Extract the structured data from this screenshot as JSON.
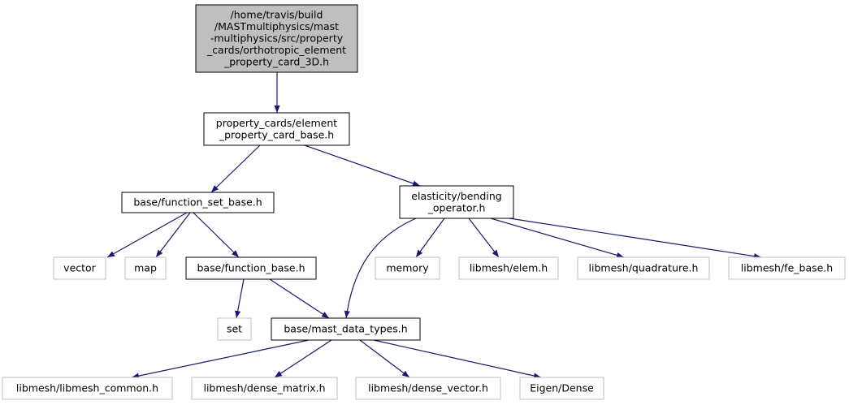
{
  "diagram": {
    "type": "include-dependency-graph",
    "colors": {
      "edge": "#191970",
      "root_fill": "#bfbfbf",
      "node_border": "#000000",
      "external_border": "#bfbfbf",
      "background": "#ffffff"
    },
    "nodes": [
      {
        "id": "root",
        "kind": "root",
        "lines": [
          "/home/travis/build",
          "/MASTmultiphysics/mast",
          "-multiphysics/src/property",
          "_cards/orthotropic_element",
          "_property_card_3D.h"
        ]
      },
      {
        "id": "epcb",
        "kind": "file",
        "lines": [
          "property_cards/element",
          "_property_card_base.h"
        ]
      },
      {
        "id": "fsb",
        "kind": "file",
        "lines": [
          "base/function_set_base.h"
        ]
      },
      {
        "id": "bend",
        "kind": "file",
        "lines": [
          "elasticity/bending",
          "_operator.h"
        ]
      },
      {
        "id": "vector",
        "kind": "external",
        "lines": [
          "vector"
        ]
      },
      {
        "id": "map",
        "kind": "external",
        "lines": [
          "map"
        ]
      },
      {
        "id": "fb",
        "kind": "file",
        "lines": [
          "base/function_base.h"
        ]
      },
      {
        "id": "memory",
        "kind": "external",
        "lines": [
          "memory"
        ]
      },
      {
        "id": "elem",
        "kind": "external",
        "lines": [
          "libmesh/elem.h"
        ]
      },
      {
        "id": "quad",
        "kind": "external",
        "lines": [
          "libmesh/quadrature.h"
        ]
      },
      {
        "id": "febase",
        "kind": "external",
        "lines": [
          "libmesh/fe_base.h"
        ]
      },
      {
        "id": "set",
        "kind": "external",
        "lines": [
          "set"
        ]
      },
      {
        "id": "mdt",
        "kind": "file",
        "lines": [
          "base/mast_data_types.h"
        ]
      },
      {
        "id": "lmc",
        "kind": "external",
        "lines": [
          "libmesh/libmesh_common.h"
        ]
      },
      {
        "id": "dm",
        "kind": "external",
        "lines": [
          "libmesh/dense_matrix.h"
        ]
      },
      {
        "id": "dv",
        "kind": "external",
        "lines": [
          "libmesh/dense_vector.h"
        ]
      },
      {
        "id": "eigen",
        "kind": "external",
        "lines": [
          "Eigen/Dense"
        ]
      }
    ],
    "edges": [
      {
        "from": "root",
        "to": "epcb"
      },
      {
        "from": "epcb",
        "to": "fsb"
      },
      {
        "from": "epcb",
        "to": "bend"
      },
      {
        "from": "fsb",
        "to": "vector"
      },
      {
        "from": "fsb",
        "to": "map"
      },
      {
        "from": "fsb",
        "to": "fb"
      },
      {
        "from": "fb",
        "to": "set"
      },
      {
        "from": "fb",
        "to": "mdt"
      },
      {
        "from": "bend",
        "to": "mdt"
      },
      {
        "from": "bend",
        "to": "memory"
      },
      {
        "from": "bend",
        "to": "elem"
      },
      {
        "from": "bend",
        "to": "quad"
      },
      {
        "from": "bend",
        "to": "febase"
      },
      {
        "from": "mdt",
        "to": "lmc"
      },
      {
        "from": "mdt",
        "to": "dm"
      },
      {
        "from": "mdt",
        "to": "dv"
      },
      {
        "from": "mdt",
        "to": "eigen"
      }
    ]
  }
}
